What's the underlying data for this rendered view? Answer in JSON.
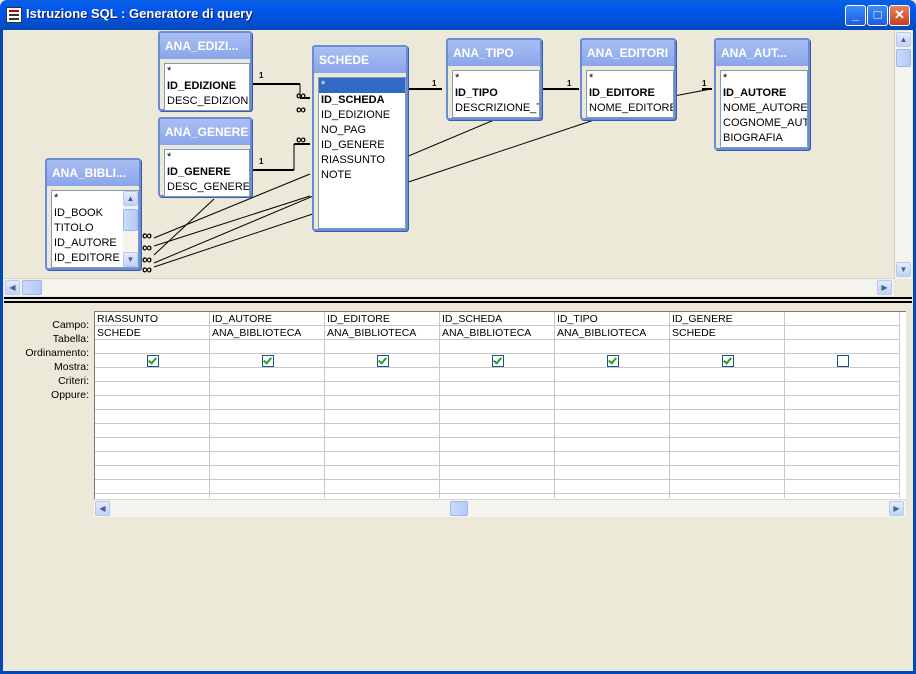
{
  "window": {
    "title": "Istruzione SQL : Generatore di query",
    "minimize": "_",
    "maximize": "□",
    "close": "✕"
  },
  "tables": {
    "ana_edizioni": {
      "title": "ANA_EDIZI...",
      "fields": [
        "*",
        "ID_EDIZIONE",
        "DESC_EDIZIONE"
      ]
    },
    "ana_genere": {
      "title": "ANA_GENERE",
      "fields": [
        "*",
        "ID_GENERE",
        "DESC_GENERE"
      ]
    },
    "ana_biblioteca": {
      "title": "ANA_BIBLI...",
      "fields": [
        "*",
        "ID_BOOK",
        "TITOLO",
        "ID_AUTORE",
        "ID_EDITORE"
      ]
    },
    "schede": {
      "title": "SCHEDE",
      "fields": [
        "*",
        "ID_SCHEDA",
        "ID_EDIZIONE",
        "NO_PAG",
        "ID_GENERE",
        "RIASSUNTO",
        "NOTE"
      ]
    },
    "ana_tipo": {
      "title": "ANA_TIPO",
      "fields": [
        "*",
        "ID_TIPO",
        "DESCRIZIONE_TI"
      ]
    },
    "ana_editori": {
      "title": "ANA_EDITORI",
      "fields": [
        "*",
        "ID_EDITORE",
        "NOME_EDITORE"
      ]
    },
    "ana_autori": {
      "title": "ANA_AUT...",
      "fields": [
        "*",
        "ID_AUTORE",
        "NOME_AUTORE",
        "COGNOME_AUTC",
        "BIOGRAFIA"
      ]
    }
  },
  "relation_marks": {
    "one": "1",
    "many": "∞"
  },
  "grid": {
    "row_labels": [
      "Campo:",
      "Tabella:",
      "Ordinamento:",
      "Mostra:",
      "Criteri:",
      "Oppure:"
    ],
    "columns": [
      {
        "campo": "RIASSUNTO",
        "tabella": "SCHEDE",
        "mostra": true
      },
      {
        "campo": "ID_AUTORE",
        "tabella": "ANA_BIBLIOTECA",
        "mostra": true
      },
      {
        "campo": "ID_EDITORE",
        "tabella": "ANA_BIBLIOTECA",
        "mostra": true
      },
      {
        "campo": "ID_SCHEDA",
        "tabella": "ANA_BIBLIOTECA",
        "mostra": true
      },
      {
        "campo": "ID_TIPO",
        "tabella": "ANA_BIBLIOTECA",
        "mostra": true
      },
      {
        "campo": "ID_GENERE",
        "tabella": "SCHEDE",
        "mostra": true
      },
      {
        "campo": "",
        "tabella": "",
        "mostra": false
      }
    ]
  },
  "scroll": {
    "up": "▲",
    "down": "▼",
    "left": "◀",
    "right": "▶"
  }
}
